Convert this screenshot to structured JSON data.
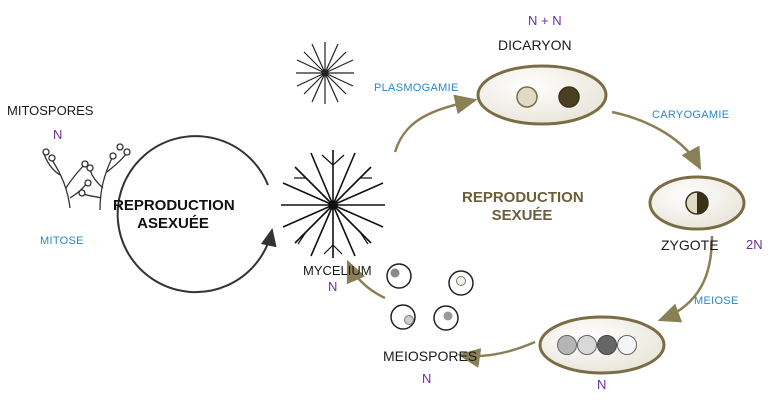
{
  "labels": {
    "mitospores": "MITOSPORES",
    "mitospores_ploidy": "N",
    "mitose": "MITOSE",
    "asexual_line1": "REPRODUCTION",
    "asexual_line2": "ASEXUÉE",
    "plasmogamie": "PLASMOGAMIE",
    "dicaryon_ploidy": "N + N",
    "dicaryon": "DICARYON",
    "caryogamie": "CARYOGAMIE",
    "sexual_line1": "REPRODUCTION",
    "sexual_line2": "SEXUÉE",
    "zygote": "ZYGOTE",
    "zygote_ploidy": "2N",
    "meiose": "MEIOSE",
    "meiose_ploidy": "N",
    "mycelium": "MYCELIUM",
    "mycelium_ploidy": "N",
    "meiospores": "MEIOSPORES",
    "meiospores_ploidy": "N"
  },
  "colors": {
    "arrow_olive": "#8a8055",
    "cell_outline": "#7a6d45",
    "label_blue": "#2a86c8",
    "ploidy_purple": "#6b2fa0"
  }
}
